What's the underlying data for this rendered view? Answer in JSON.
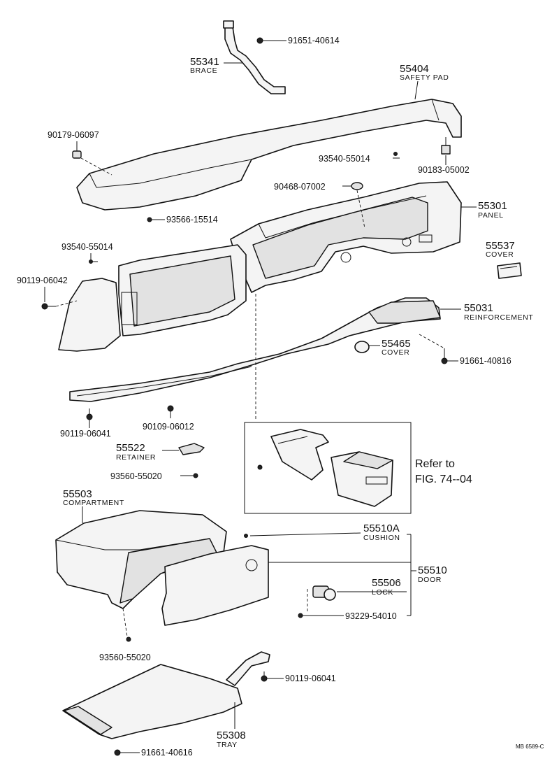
{
  "parts": {
    "brace": {
      "number": "55341",
      "name": "BRACE"
    },
    "safety_pad": {
      "number": "55404",
      "name": "SAFETY PAD"
    },
    "panel": {
      "number": "55301",
      "name": "PANEL"
    },
    "cover_55537": {
      "number": "55537",
      "name": "COVER"
    },
    "reinforcement": {
      "number": "55031",
      "name": "REINFORCEMENT"
    },
    "cover_55465": {
      "number": "55465",
      "name": "COVER"
    },
    "retainer": {
      "number": "55522",
      "name": "RETAINER"
    },
    "compartment": {
      "number": "55503",
      "name": "COMPARTMENT"
    },
    "cushion": {
      "number": "55510A",
      "name": "CUSHION"
    },
    "door": {
      "number": "55510",
      "name": "DOOR"
    },
    "lock": {
      "number": "55506",
      "name": "LOCK"
    },
    "tray": {
      "number": "55308",
      "name": "TRAY"
    }
  },
  "fasteners": {
    "f1": "91651-40614",
    "f2": "90179-06097",
    "f3": "93540-55014",
    "f4": "90183-05002",
    "f5": "90468-07002",
    "f6": "93566-15514",
    "f7": "93540-55014",
    "f8": "90119-06042",
    "f9": "91661-40816",
    "f10": "90119-06041",
    "f11": "90109-06012",
    "f12": "93560-55020",
    "f13": "93229-54010",
    "f14": "93560-55020",
    "f15": "90119-06041",
    "f16": "91661-40616"
  },
  "reference": {
    "line1": "Refer to",
    "line2": "FIG. 74--04"
  },
  "drawing_code": "MB 6589-C"
}
